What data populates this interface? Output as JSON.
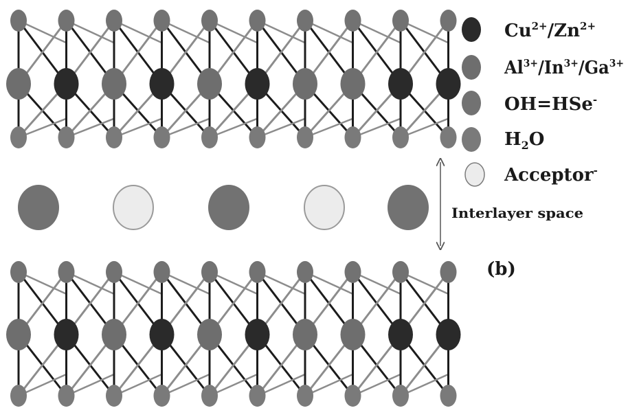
{
  "colors": {
    "cation_divalent": "#2a2a2a",
    "cation_trivalent": "#6e6e6e",
    "hydroxide": "#727272",
    "water": "#7a7a7a",
    "acceptor": "#ececec",
    "bond_dark": "#1c1c1c",
    "bond_light": "#8c8c8c"
  },
  "legend": {
    "cu_zn": {
      "p1": "Cu",
      "s1": "2+",
      "p2": "/Zn",
      "s2": "2+"
    },
    "al_in_ga": {
      "p1": "Al",
      "s1": "3+",
      "p2": "/In",
      "s2": "3+",
      "p3": "/Ga",
      "s3": "3+"
    },
    "oh_hse": {
      "p1": "OH=HSe",
      "s1": "-"
    },
    "h2o": {
      "p1": "H",
      "sub": "2",
      "p2": "O"
    },
    "acceptor": {
      "p1": "Acceptor",
      "s1": "-"
    }
  },
  "interlayer_label": "Interlayer space",
  "panel_label": "(b)",
  "layer_pattern": [
    "light",
    "dark",
    "light",
    "dark",
    "light",
    "dark",
    "light",
    "light",
    "dark",
    "dark"
  ],
  "interlayer_pattern": [
    "dark",
    "light",
    "dark",
    "light",
    "dark"
  ]
}
